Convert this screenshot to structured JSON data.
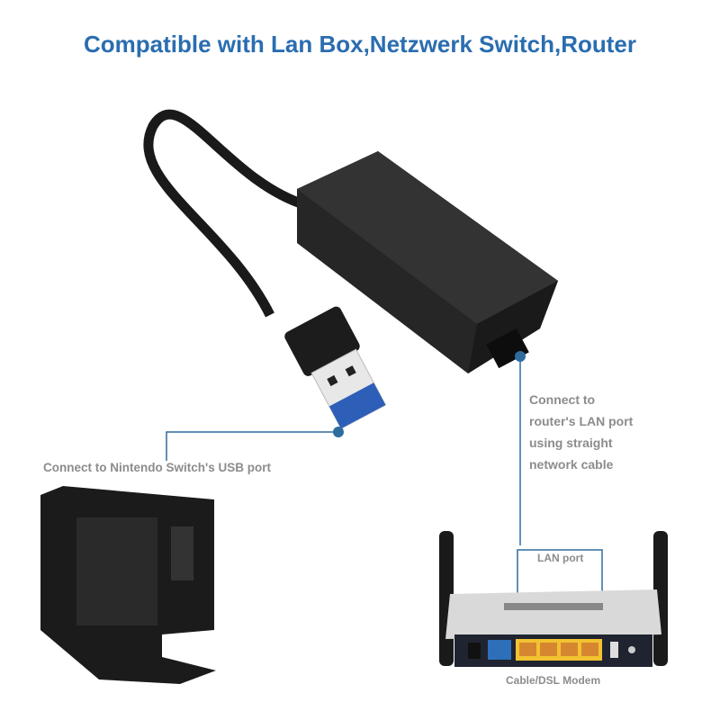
{
  "title": "Compatible with Lan Box,Netzwerk Switch,Router",
  "callouts": {
    "usb": "Connect to Nintendo Switch's USB port",
    "lan_lines": [
      "Connect to",
      "router's LAN port",
      "using straight",
      "network cable"
    ],
    "lan_port": "LAN port",
    "modem": "Cable/DSL Modem"
  },
  "colors": {
    "accent": "#2a6db0",
    "callout_line": "#2f6c9e",
    "label_text": "#8c8c8c",
    "usb3_blue": "#2d5fb8",
    "lan_port_yellow": "#f2c230"
  }
}
